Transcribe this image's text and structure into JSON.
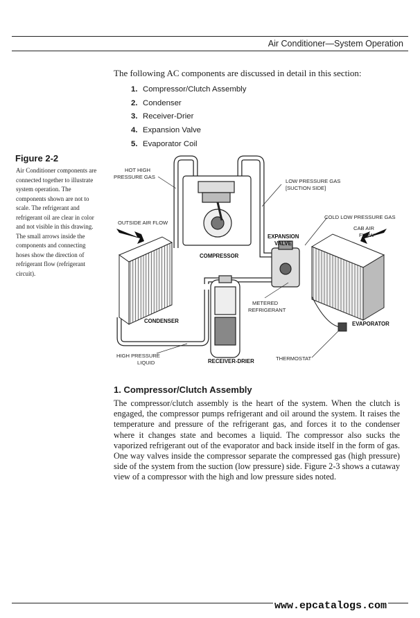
{
  "header": {
    "running_head": "Air Conditioner—System Operation"
  },
  "intro": "The following AC components are discussed in detail in this section:",
  "components": [
    {
      "num": "1.",
      "label": "Compressor/Clutch Assembly"
    },
    {
      "num": "2.",
      "label": "Condenser"
    },
    {
      "num": "3.",
      "label": "Receiver-Drier"
    },
    {
      "num": "4.",
      "label": "Expansion Valve"
    },
    {
      "num": "5.",
      "label": "Evaporator Coil"
    }
  ],
  "figure": {
    "label": "Figure 2-2",
    "caption": "Air Conditioner components are connected together to illustrate system operation. The components shown are not to scale. The refrigerant and refrigerant oil are clear in color and not visible in this drawing. The small arrows inside the components and connecting hoses show the direction of refrigerant flow (refrigerant circuit).",
    "labels": {
      "hot_high_1": "HOT HIGH",
      "hot_high_2": "PRESSURE GAS",
      "low_pressure_1": "LOW PRESSURE GAS",
      "low_pressure_2": "[SUCTION SIDE]",
      "outside_air": "OUTSIDE AIR FLOW",
      "cold_low": "COLD LOW PRESSURE GAS",
      "cab_air_1": "CAB AIR",
      "cab_air_2": "FLOW",
      "expansion_1": "EXPANSION",
      "expansion_2": "VALVE",
      "compressor": "COMPRESSOR",
      "metered_1": "METERED",
      "metered_2": "REFRIGERANT",
      "condenser": "CONDENSER",
      "evaporator": "EVAPORATOR",
      "high_liquid_1": "HIGH PRESSURE",
      "high_liquid_2": "LIQUID",
      "receiver_drier": "RECEIVER-DRIER",
      "thermostat": "THERMOSTAT"
    }
  },
  "section": {
    "heading": "1.  Compressor/Clutch Assembly",
    "body": "The compressor/clutch assembly is the heart of the system. When the clutch is engaged, the compressor pumps refrigerant and oil around the system. It raises the temperature and pressure of the refrigerant gas, and forces it to the condenser where it changes state and becomes a liquid. The compressor also sucks the vaporized refrigerant out of the evaporator and back inside itself in the form of gas. One way valves inside the compressor separate the compressed gas (high pressure) side of the system from the suction (low pressure) side. Figure 2-3 shows a cutaway view of a compressor with the high and low pressure sides noted."
  },
  "watermark": "www.epcatalogs.com"
}
